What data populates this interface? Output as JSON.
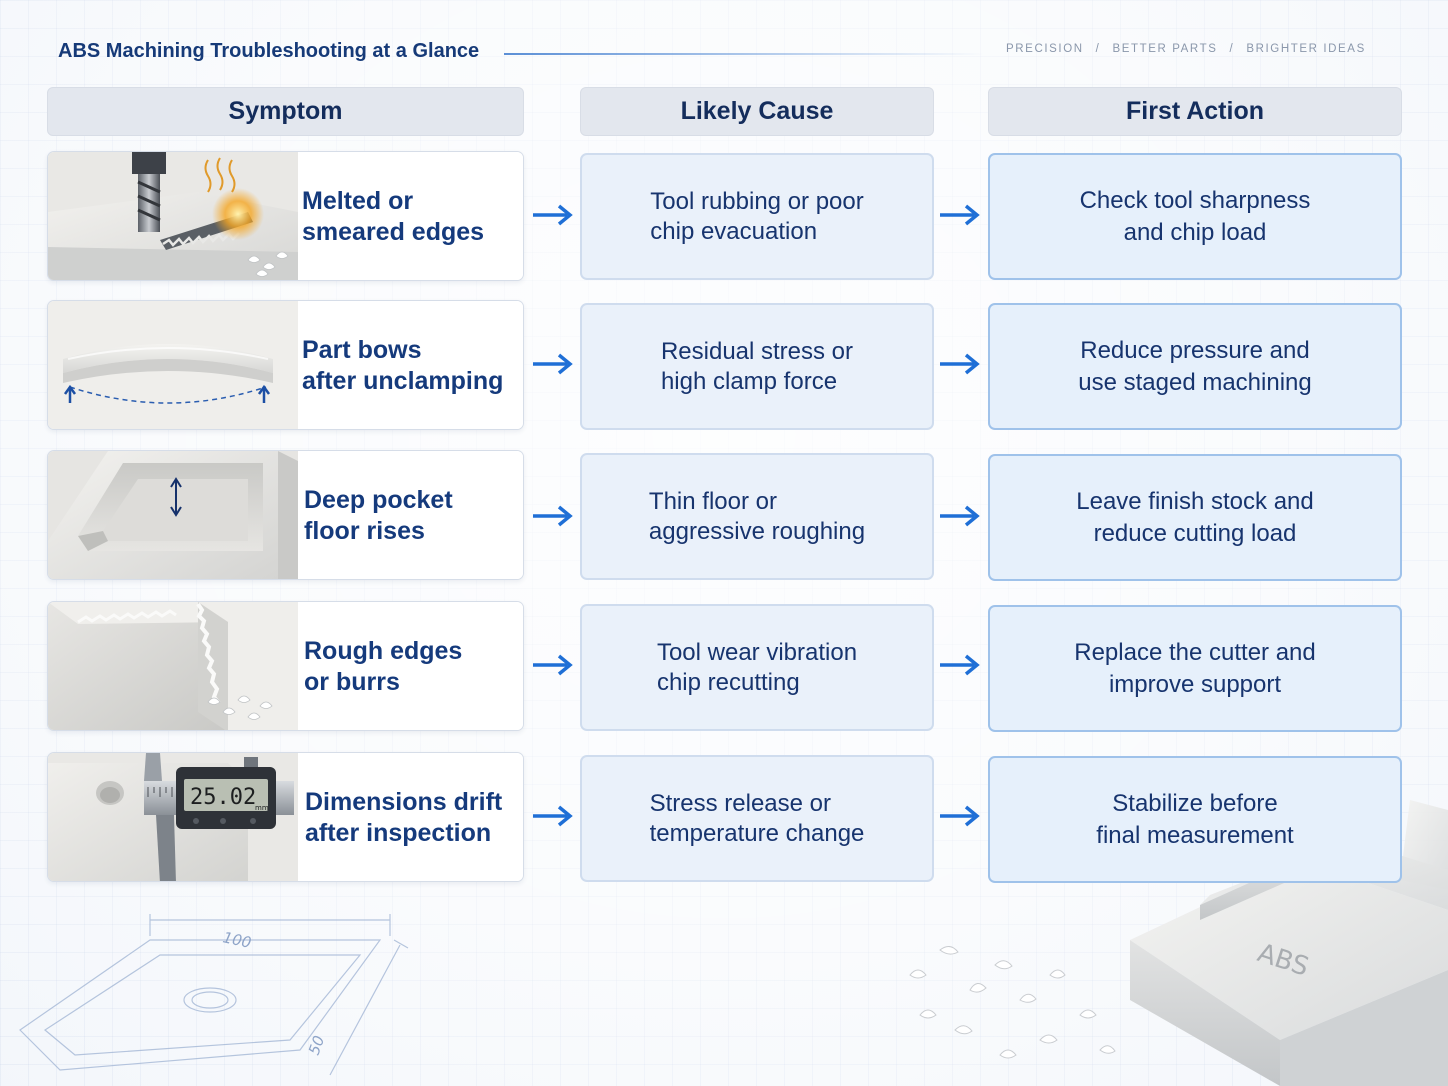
{
  "header": {
    "title": "ABS Machining Troubleshooting at a Glance",
    "tagline": [
      "PRECISION",
      "BETTER PARTS",
      "BRIGHTER IDEAS"
    ],
    "separator": "/"
  },
  "columns": {
    "symptom": "Symptom",
    "cause": "Likely Cause",
    "action": "First Action"
  },
  "rows": [
    {
      "symptom": [
        "Melted or",
        "smeared edges"
      ],
      "cause": [
        "Tool rubbing or poor",
        "chip evacuation"
      ],
      "action": [
        "Check tool sharpness",
        "and chip load"
      ]
    },
    {
      "symptom": [
        "Part bows",
        "after unclamping"
      ],
      "cause": [
        "Residual stress or",
        "high clamp force"
      ],
      "action": [
        "Reduce pressure and",
        "use staged machining"
      ]
    },
    {
      "symptom": [
        "Deep pocket",
        "floor rises"
      ],
      "cause": [
        "Thin floor or",
        "aggressive roughing"
      ],
      "action": [
        "Leave finish stock and",
        "reduce cutting load"
      ]
    },
    {
      "symptom": [
        "Rough edges",
        "or burrs"
      ],
      "cause": [
        "Tool wear vibration",
        "chip recutting"
      ],
      "action": [
        "Replace the cutter and",
        "improve support"
      ]
    },
    {
      "symptom": [
        "Dimensions drift",
        "after inspection"
      ],
      "cause": [
        "Stress release or",
        "temperature change"
      ],
      "action": [
        "Stabilize before",
        "final measurement"
      ]
    }
  ],
  "caliper": {
    "reading": "25.02",
    "unit": "mm"
  },
  "blueprint": {
    "dim_width": "100",
    "dim_height": "50"
  },
  "block_label": "ABS",
  "colors": {
    "accent": "#1f6fd6",
    "title": "#163a78",
    "cause_bg": "#eaf1fa",
    "action_border": "#9fc2ea"
  }
}
